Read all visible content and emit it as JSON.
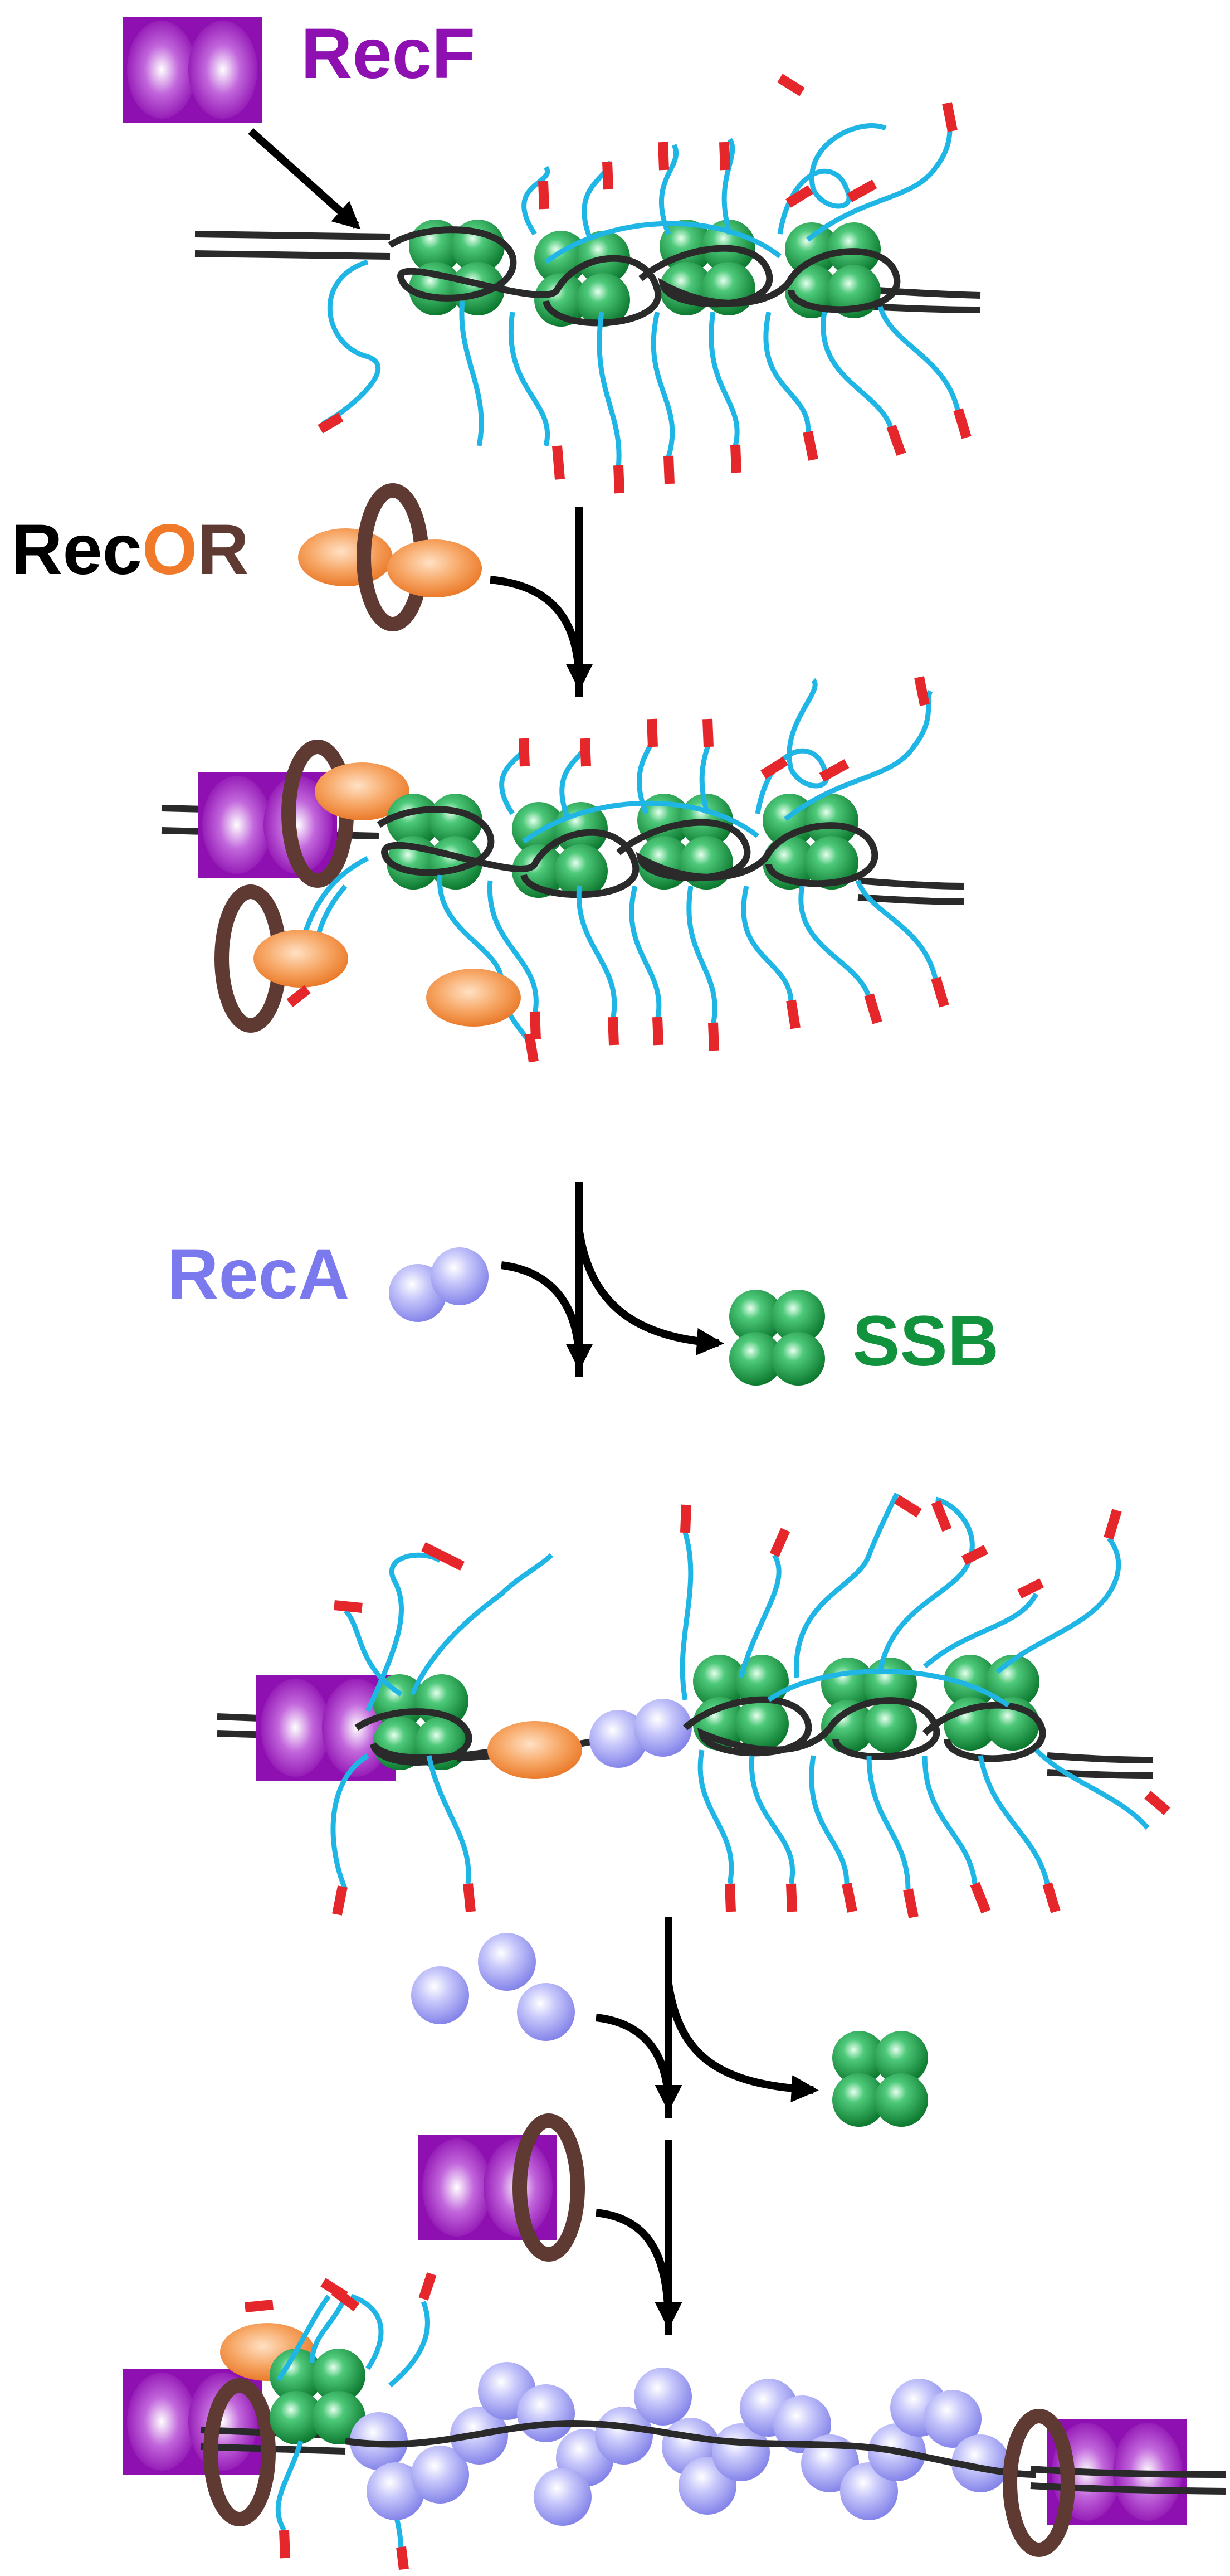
{
  "labels": {
    "recf": "RecF",
    "rec_prefix": "Rec",
    "recor_o": "O",
    "recor_r": "R",
    "reca": "RecA",
    "ssb": "SSB"
  },
  "colors": {
    "recf": "#8e10b0",
    "reco": "#f07a2a",
    "recr": "#5e3a33",
    "reca": "#7a7aee",
    "ssb": "#11923c",
    "ssdna": "#1fb6e6",
    "dna_end": "#e5262a",
    "duplex": "#2a2a2a",
    "arrow": "#000000"
  },
  "icons": [
    "recf-icon",
    "reco-icon",
    "recr-ring-icon",
    "reca-icon",
    "ssb-tetramer-icon",
    "arrow-icon",
    "dna-strand-icon"
  ]
}
